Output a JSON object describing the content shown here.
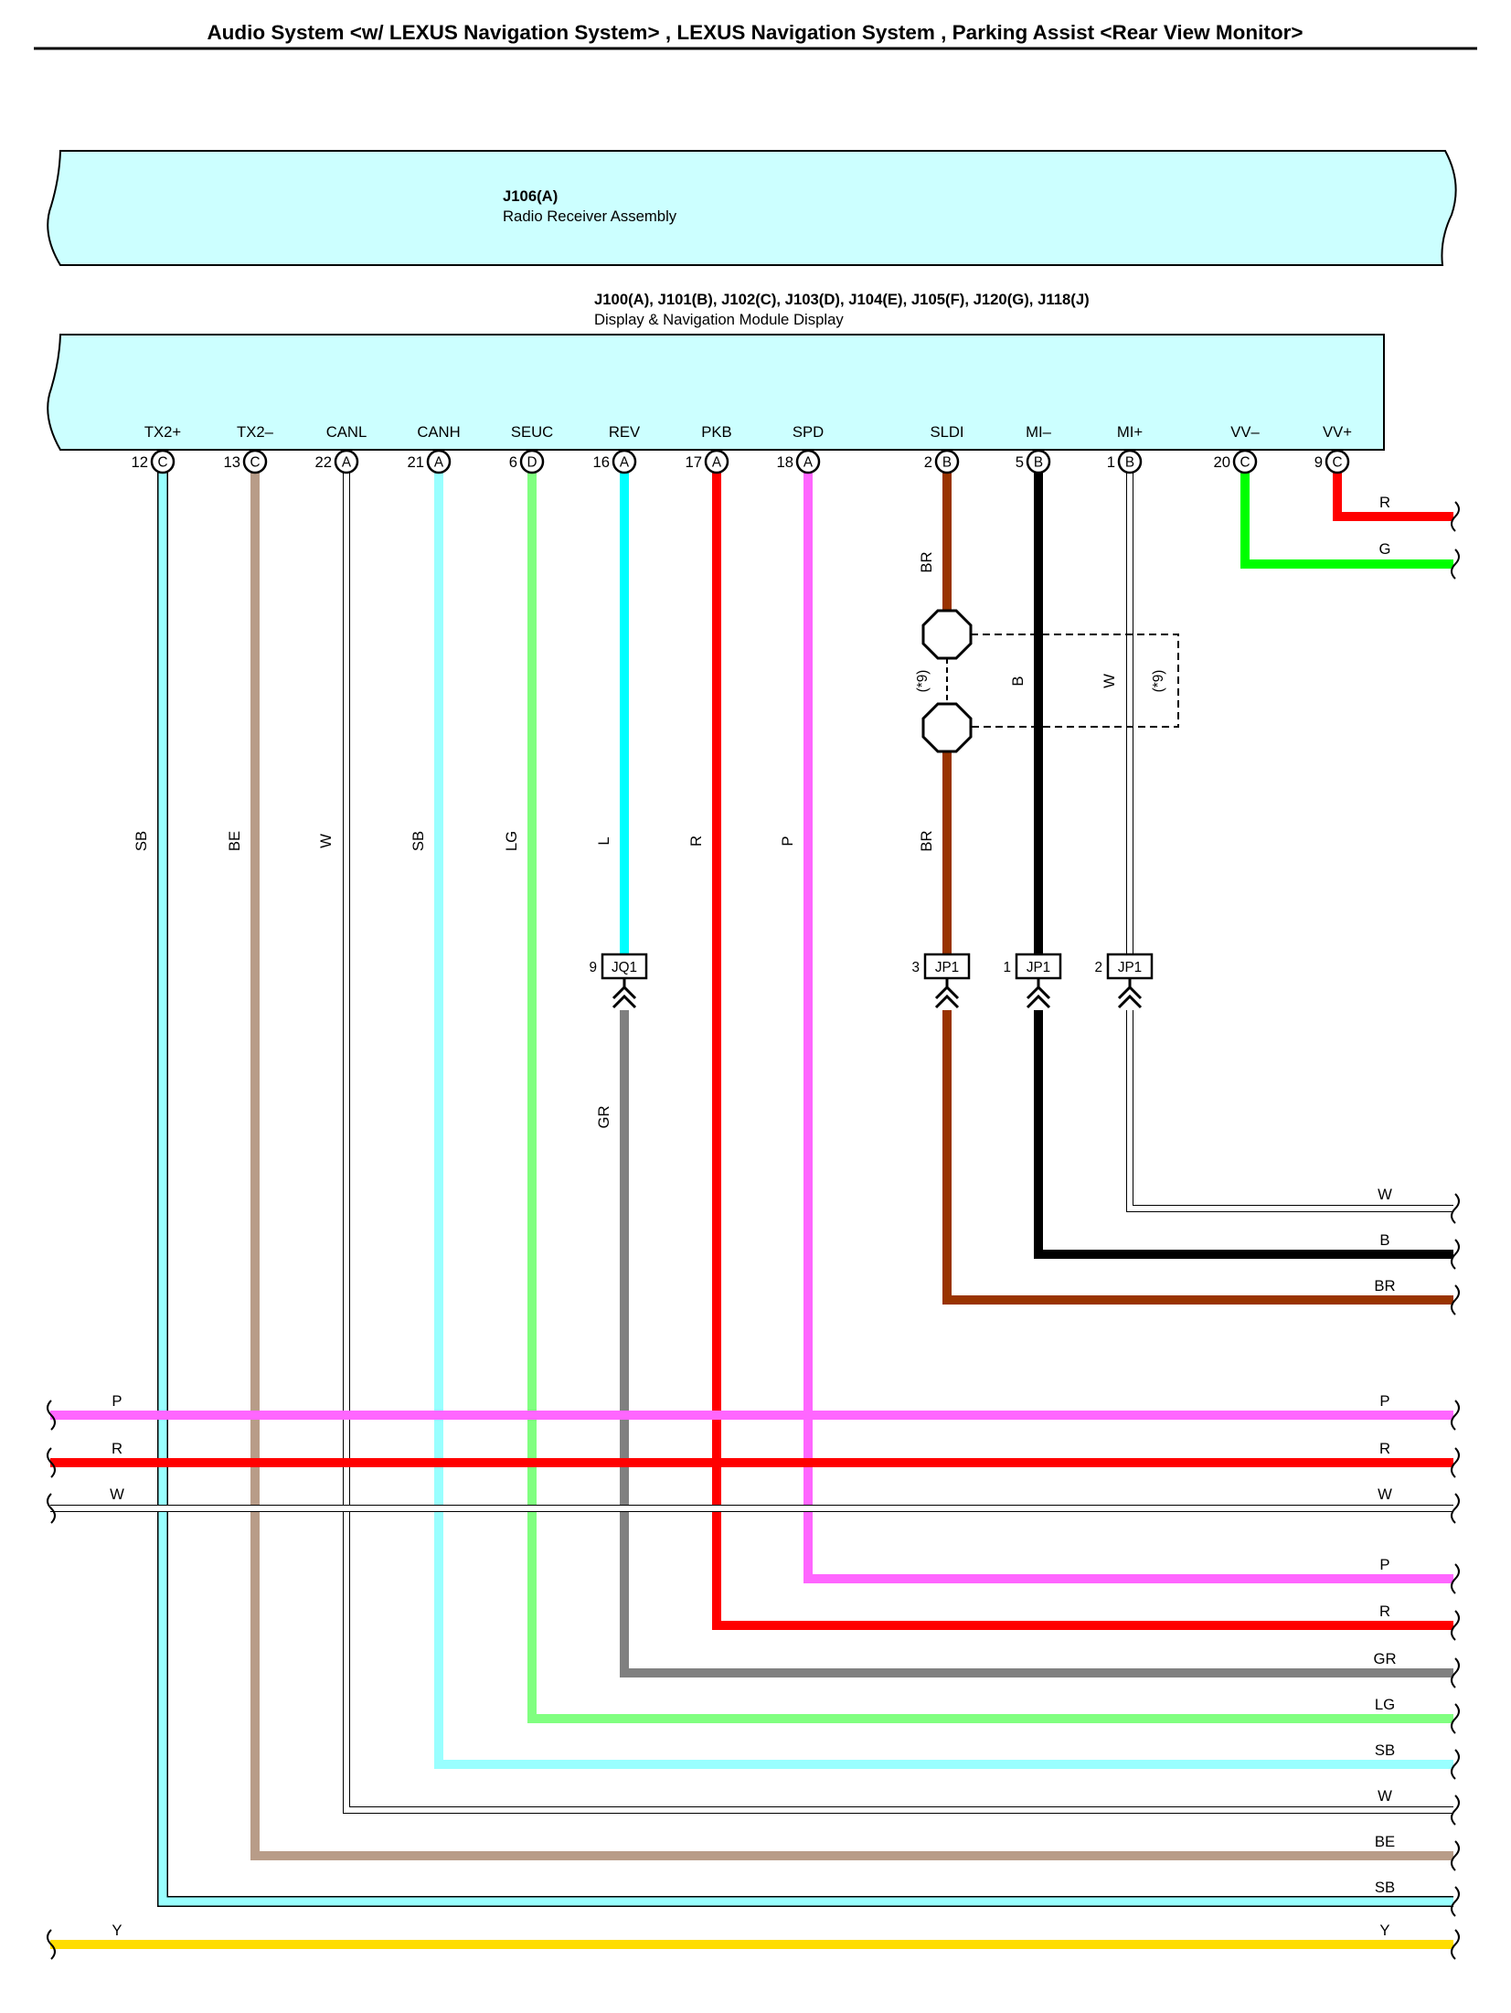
{
  "title": "Audio System <w/ LEXUS Navigation System> , LEXUS Navigation System , Parking Assist <Rear View Monitor>",
  "colors": {
    "component_fill": "#ccffff",
    "SB": "#99ffff",
    "BE": "#b89c88",
    "W": "#ffffff",
    "LG": "#80ff80",
    "L": "#00ffff",
    "R": "#ff0000",
    "P": "#ff66ff",
    "BR": "#993300",
    "B": "#000000",
    "G": "#00ff00",
    "GR": "#808080",
    "Y": "#ffdd00"
  },
  "components": {
    "radio": {
      "id": "J106(A)",
      "name": "Radio Receiver Assembly"
    },
    "display": {
      "id": "J100(A), J101(B), J102(C), J103(D), J104(E), J105(F), J120(G), J118(J)",
      "name": "Display & Navigation Module Display"
    }
  },
  "pins": [
    {
      "label": "TX2+",
      "num": "12",
      "conn": "C"
    },
    {
      "label": "TX2–",
      "num": "13",
      "conn": "C"
    },
    {
      "label": "CANL",
      "num": "22",
      "conn": "A"
    },
    {
      "label": "CANH",
      "num": "21",
      "conn": "A"
    },
    {
      "label": "SEUC",
      "num": "6",
      "conn": "D"
    },
    {
      "label": "REV",
      "num": "16",
      "conn": "A"
    },
    {
      "label": "PKB",
      "num": "17",
      "conn": "A"
    },
    {
      "label": "SPD",
      "num": "18",
      "conn": "A"
    },
    {
      "label": "SLDI",
      "num": "2",
      "conn": "B"
    },
    {
      "label": "MI–",
      "num": "5",
      "conn": "B"
    },
    {
      "label": "MI+",
      "num": "1",
      "conn": "B"
    },
    {
      "label": "VV–",
      "num": "20",
      "conn": "C"
    },
    {
      "label": "VV+",
      "num": "9",
      "conn": "C"
    }
  ],
  "vertical_wire_labels": [
    "SB",
    "BE",
    "W",
    "SB",
    "LG",
    "L",
    "R",
    "P",
    "BR",
    "BR",
    "B",
    "W",
    "GR"
  ],
  "shield_note": "(*9)",
  "junctions": [
    {
      "num": "9",
      "label": "JQ1"
    },
    {
      "num": "3",
      "label": "JP1"
    },
    {
      "num": "1",
      "label": "JP1"
    },
    {
      "num": "2",
      "label": "JP1"
    }
  ],
  "right_wire_labels": [
    "R",
    "G",
    "W",
    "B",
    "BR",
    "P",
    "R",
    "W",
    "P",
    "R",
    "GR",
    "LG",
    "SB",
    "W",
    "BE",
    "SB",
    "Y"
  ],
  "left_wire_labels": [
    "P",
    "R",
    "W",
    "Y"
  ]
}
